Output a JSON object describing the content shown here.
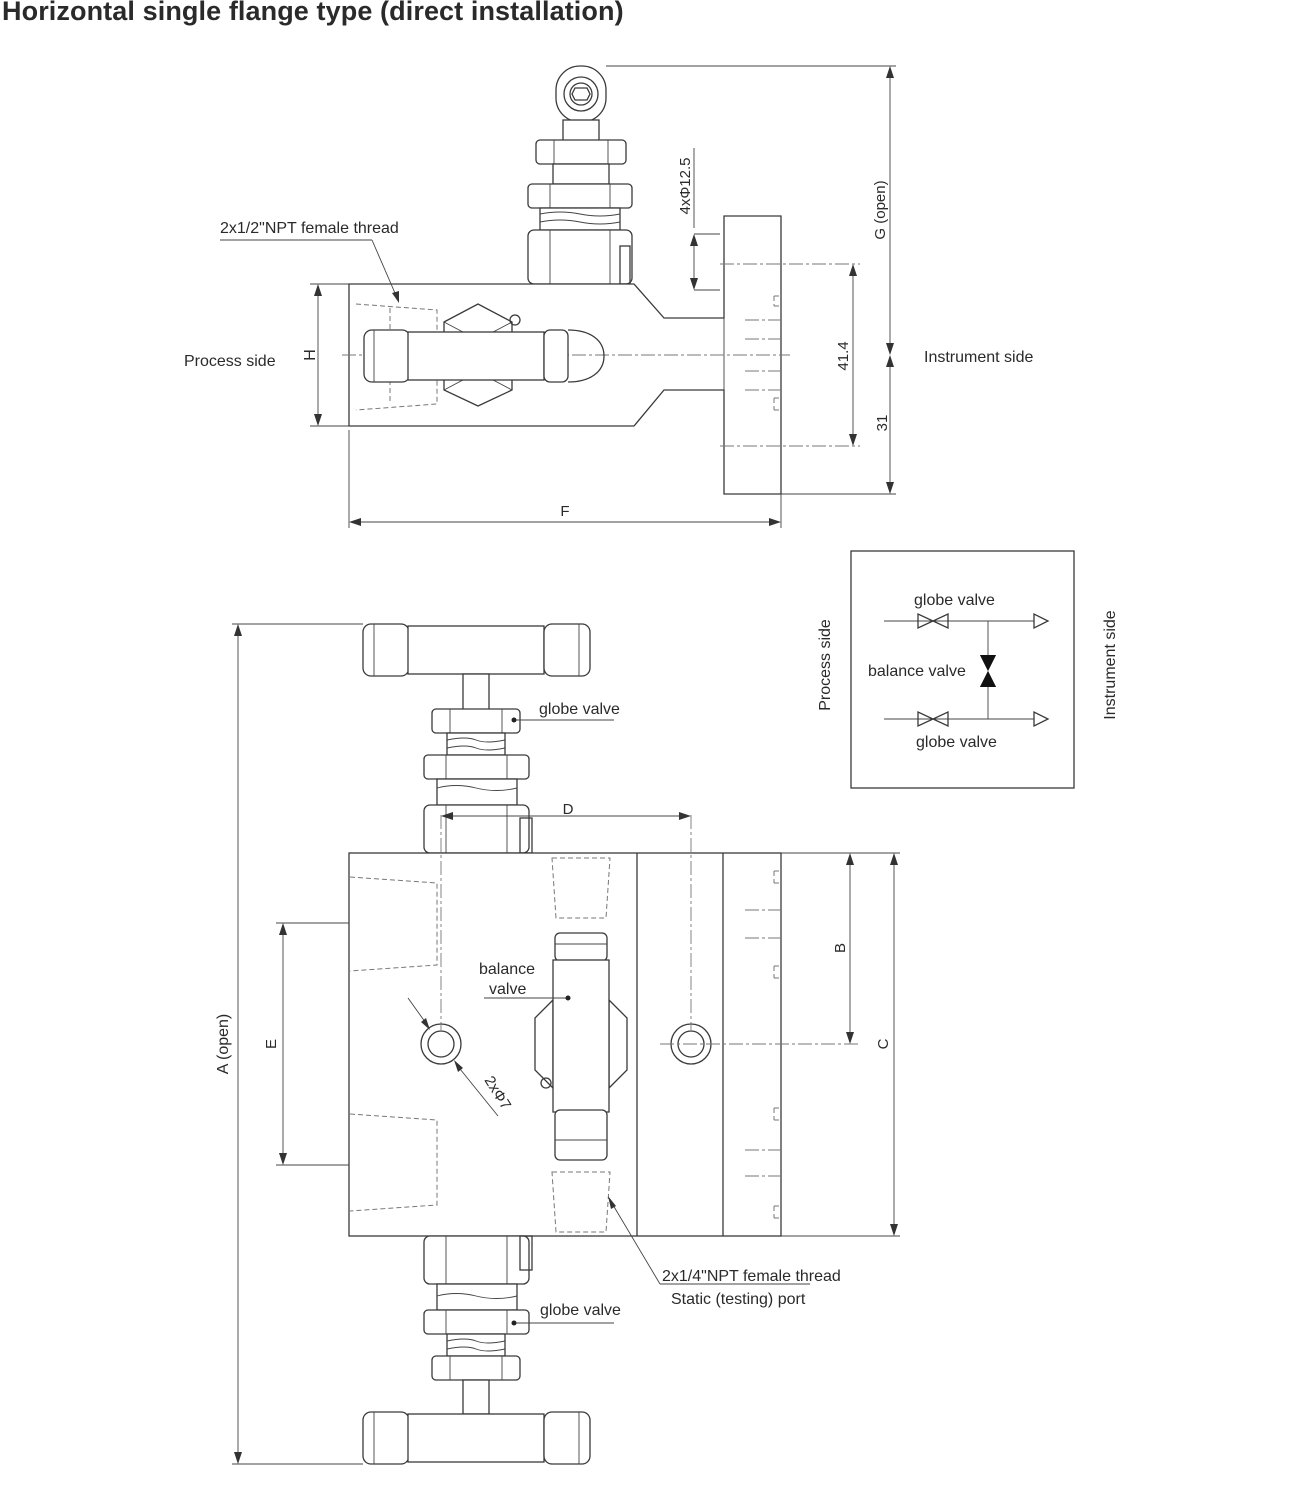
{
  "title": "Horizontal single flange type (direct installation)",
  "top_view": {
    "npt_half": "2x1/2\"NPT female thread",
    "process_side": "Process side",
    "instrument_side": "Instrument side",
    "dim_h": "H",
    "dim_f": "F",
    "dim_g": "G (open)",
    "dim_bolt": "4xΦ12.5",
    "dim_414": "41.4",
    "dim_31": "31"
  },
  "schematic": {
    "globe_valve_top": "globe valve",
    "globe_valve_bottom": "globe valve",
    "balance_valve": "balance valve",
    "process_side": "Process side",
    "instrument_side": "Instrument side"
  },
  "front_view": {
    "globe_valve_top": "globe valve",
    "globe_valve_bottom": "globe valve",
    "balance_line1": "balance",
    "balance_line2": "valve",
    "dim_a": "A (open)",
    "dim_b": "B",
    "dim_c": "C",
    "dim_d": "D",
    "dim_e": "E",
    "dim_hole": "2xΦ7",
    "npt_quarter": "2x1/4\"NPT female thread",
    "static_port": "Static (testing) port"
  }
}
